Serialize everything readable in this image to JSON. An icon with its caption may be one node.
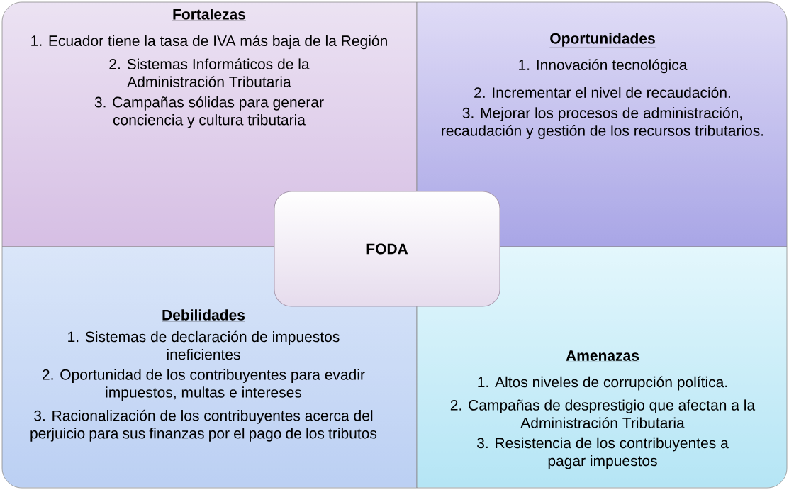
{
  "diagram": {
    "nodes": [
      {
        "text": [
          "Fortalezas",
          "1. Ecuador tiene la tasa de IVA más baja de la Región",
          "2. Sistemas Informáticos de la Administración Tributaria",
          "3. Campañas sólidas para generar conciencia y cultura tributaria"
        ]
      },
      {
        "text": [
          "Oportunidades",
          "1. Innovación tecnológica",
          "2. Incrementar el nivel de recaudación.",
          "3. Mejorar los procesos de administración, recaudación y gestión de los recursos tributarios."
        ]
      },
      {
        "text": [
          "Debilidades",
          "1. Sistemas de declaración de impuestos ineficientes",
          "2. Oportunidad de los contribuyentes para evadir impuestos, multas e intereses",
          "3. Racionalización de los contribuyentes acerca del perjuicio para sus finanzas por el pago de los tributos"
        ]
      },
      {
        "text": [
          "Amenazas",
          "1. Altos niveles de corrupción política.",
          "2. Campañas de desprestigio que afectan a la Administración Tributaria",
          "3. Resistencia de los contribuyentes a pagar impuestos"
        ]
      },
      {
        "text": [
          "FODA"
        ]
      }
    ],
    "edges": []
  }
}
